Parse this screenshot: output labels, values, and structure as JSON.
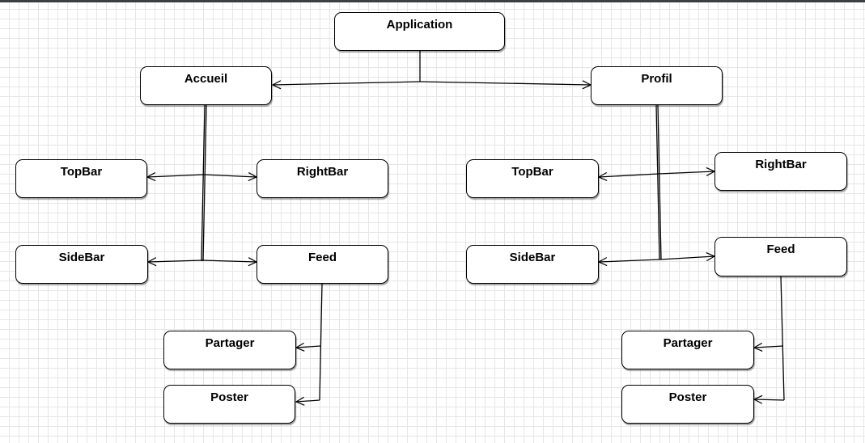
{
  "diagram": {
    "nodes": {
      "application": "Application",
      "accueil": "Accueil",
      "profil": "Profil",
      "left_topbar": "TopBar",
      "left_rightbar": "RightBar",
      "left_sidebar": "SideBar",
      "left_feed": "Feed",
      "left_partager": "Partager",
      "left_poster": "Poster",
      "right_topbar": "TopBar",
      "right_rightbar": "RightBar",
      "right_sidebar": "SideBar",
      "right_feed": "Feed",
      "right_partager": "Partager",
      "right_poster": "Poster"
    },
    "colors": {
      "stroke": "#000000",
      "grid": "#e6e6e6",
      "background": "#ffffff"
    }
  }
}
